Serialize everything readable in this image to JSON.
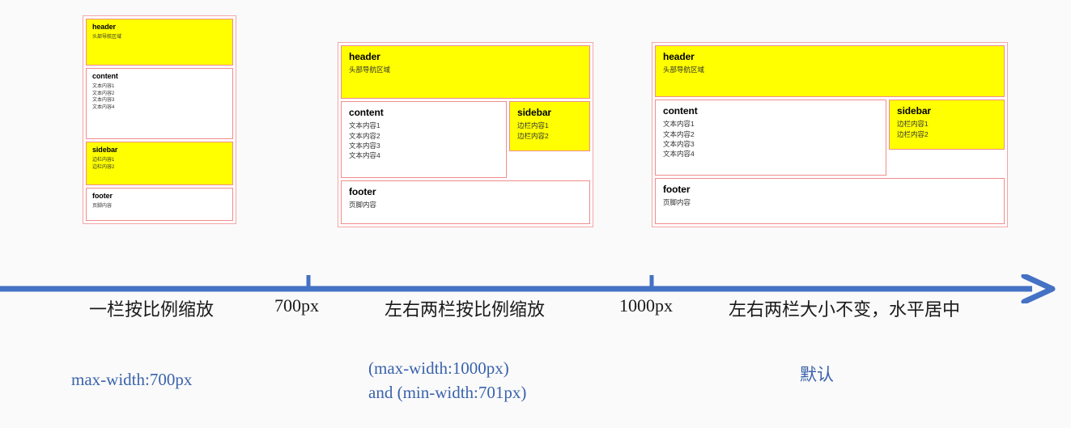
{
  "colors": {
    "background": "#fafafa",
    "panel_border": "#f4a6a6",
    "box_border": "#f08c8c",
    "highlight": "#ffff00",
    "axis": "#4472c4",
    "annotation_text": "#3a63ac",
    "body_text": "#333333"
  },
  "blocks": {
    "header": {
      "title": "header",
      "lines": [
        "头部导航区域"
      ]
    },
    "content": {
      "title": "content",
      "lines": [
        "文本内容1",
        "文本内容2",
        "文本内容3",
        "文本内容4"
      ]
    },
    "sidebar": {
      "title": "sidebar",
      "lines": [
        "边栏内容1",
        "边栏内容2"
      ]
    },
    "footer": {
      "title": "footer",
      "lines": [
        "页脚内容"
      ]
    }
  },
  "panels": [
    {
      "id": "panel-1",
      "layout": "single-column",
      "description": "一栏按比例缩放"
    },
    {
      "id": "panel-2",
      "layout": "two-column-fluid",
      "description": "左右两栏按比例缩放"
    },
    {
      "id": "panel-3",
      "layout": "two-column-fixed",
      "description": "左右两栏大小不变，水平居中"
    }
  ],
  "timeline": {
    "breakpoints": [
      "700px",
      "1000px"
    ],
    "segments": [
      "一栏按比例缩放",
      "左右两栏按比例缩放",
      "左右两栏大小不变，水平居中"
    ],
    "annotations": [
      {
        "lines": [
          "max-width:700px"
        ]
      },
      {
        "lines": [
          "(max-width:1000px)",
          "and (min-width:701px)"
        ]
      },
      {
        "lines": [
          "默认"
        ]
      }
    ]
  }
}
